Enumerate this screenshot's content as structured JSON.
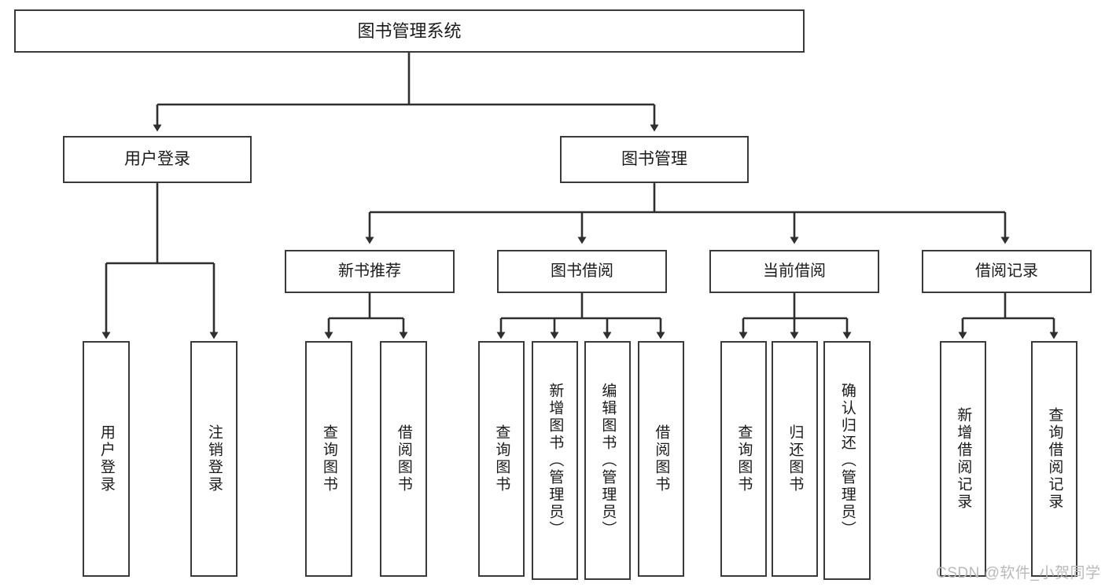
{
  "diagram": {
    "type": "tree",
    "title": "图书管理系统",
    "watermark": "CSDN @软件_小贺同学",
    "colors": {
      "box_border": "#3a3a3a",
      "box_fill": "#ffffff",
      "connector": "#2f2f2f",
      "text": "#1b1b1b",
      "watermark": "#b9b9b9"
    },
    "root": {
      "label": "图书管理系统"
    },
    "level1": [
      {
        "label": "用户登录"
      },
      {
        "label": "图书管理"
      }
    ],
    "level2": [
      {
        "label": "新书推荐"
      },
      {
        "label": "图书借阅"
      },
      {
        "label": "当前借阅"
      },
      {
        "label": "借阅记录"
      }
    ],
    "leaves": {
      "user_login": [
        {
          "label": "用户登录"
        },
        {
          "label": "注销登录"
        }
      ],
      "new_book_recommend": [
        {
          "label": "查询图书"
        },
        {
          "label": "借阅图书"
        }
      ],
      "book_borrow": [
        {
          "label": "查询图书"
        },
        {
          "label": "新增图书（管理员）"
        },
        {
          "label": "编辑图书（管理员）"
        },
        {
          "label": "借阅图书"
        }
      ],
      "current_borrow": [
        {
          "label": "查询图书"
        },
        {
          "label": "归还图书"
        },
        {
          "label": "确认归还（管理员）"
        }
      ],
      "borrow_record": [
        {
          "label": "新增借阅记录"
        },
        {
          "label": "查询借阅记录"
        }
      ]
    }
  }
}
